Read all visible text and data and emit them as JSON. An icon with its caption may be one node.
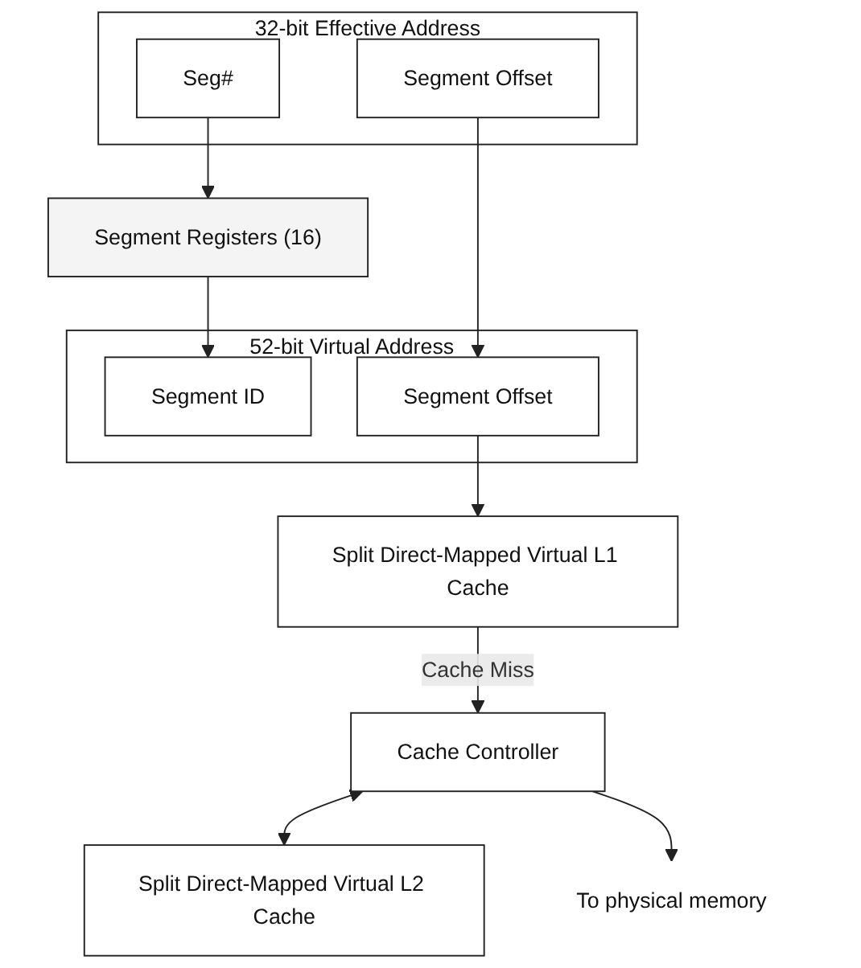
{
  "diagram": {
    "nodes": [
      {
        "text": [
          "32-bit Effective Address"
        ]
      },
      {
        "text": [
          "Seg#"
        ],
        "in": 0
      },
      {
        "text": [
          "Segment Offset"
        ],
        "in": 0
      },
      {
        "text": [
          "Segment Registers (16)"
        ]
      },
      {
        "text": [
          "52-bit Virtual Address"
        ]
      },
      {
        "text": [
          "Segment ID"
        ],
        "in": 4
      },
      {
        "text": [
          "Segment Offset"
        ],
        "in": 4
      },
      {
        "text": [
          "Split Direct-Mapped Virtual L1 Cache"
        ]
      },
      {
        "text": [
          "Cache Controller"
        ]
      },
      {
        "text": [
          "Split Direct-Mapped Virtual L2 Cache"
        ]
      },
      {
        "text": [
          "To physical memory"
        ]
      }
    ],
    "edges": [
      {
        "from": 1,
        "to": 3,
        "arrow": "to"
      },
      {
        "from": 2,
        "to": 6,
        "arrow": "to"
      },
      {
        "from": 3,
        "to": 5,
        "arrow": "to"
      },
      {
        "from": 6,
        "to": 7,
        "arrow": "to"
      },
      {
        "from": 7,
        "to": 8,
        "arrow": "to",
        "label": "Cache Miss"
      },
      {
        "from": 8,
        "to": 9,
        "arrow": "both"
      },
      {
        "from": 8,
        "to": 10,
        "arrow": "to"
      }
    ]
  }
}
